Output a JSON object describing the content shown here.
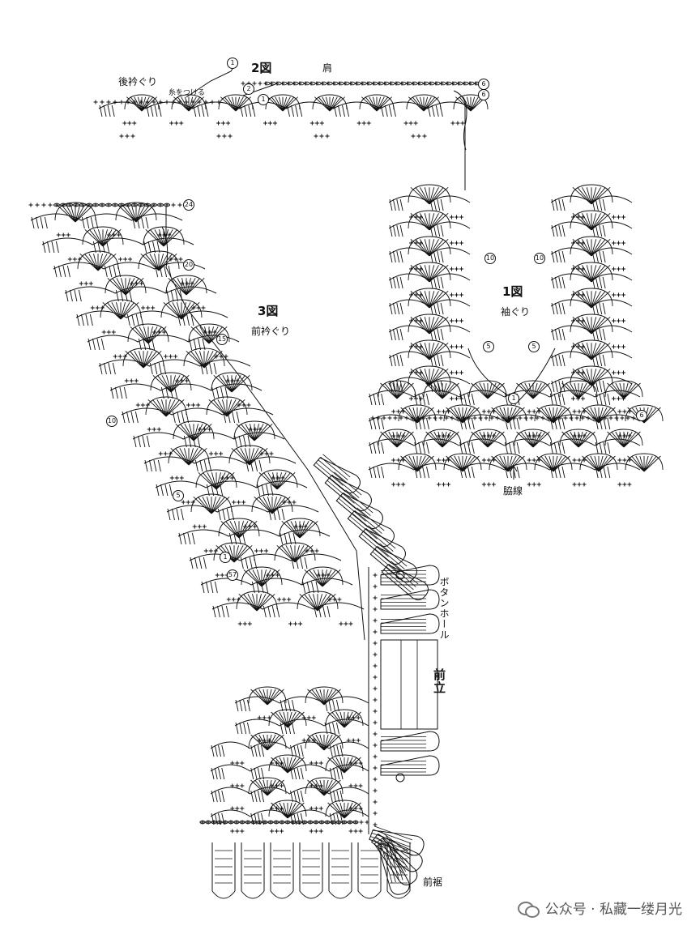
{
  "labels": {
    "fig2": "2図",
    "shoulder": "肩",
    "back_neckline": "後衿ぐり",
    "attach_yarn": "糸をつける",
    "fig3": "3図",
    "front_neckline": "前衿ぐり",
    "fig1": "1図",
    "armhole": "袖ぐり",
    "side_seam": "脇線",
    "buttonhole": "ボタンホール",
    "front_band": "前立",
    "front_hem": "前裾"
  },
  "markers": {
    "m1": "1",
    "m2": "2",
    "m5": "5",
    "m6": "6",
    "m10": "10",
    "m15": "15",
    "m20": "20",
    "m24": "24",
    "m57": "57"
  },
  "watermark": {
    "text": "公众号 · 私藏一缕月光",
    "icon": "wechat-icon"
  }
}
